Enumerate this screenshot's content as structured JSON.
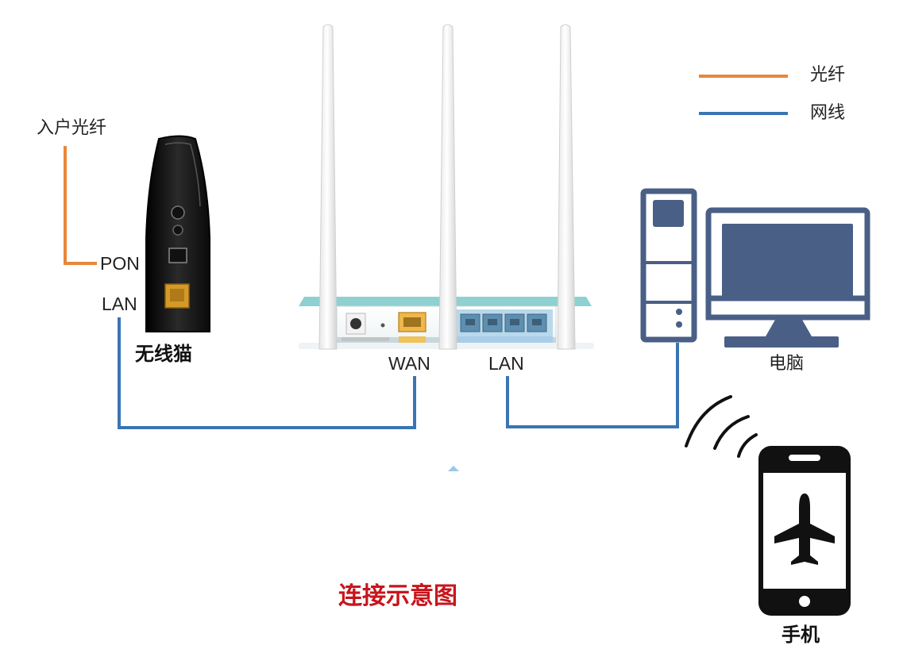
{
  "legend": {
    "fiber": {
      "label": "光纤",
      "color": "#e8873a"
    },
    "cable": {
      "label": "网线",
      "color": "#3a74b4"
    }
  },
  "modem": {
    "fiber_in_label": "入户光纤",
    "pon_label": "PON",
    "lan_label": "LAN",
    "name": "无线猫"
  },
  "router": {
    "wan_label": "WAN",
    "lan_label": "LAN"
  },
  "computer": {
    "name": "电脑",
    "color": "#4a5f86"
  },
  "phone": {
    "name": "手机",
    "icon": "airplane-icon"
  },
  "title": {
    "text": "连接示意图",
    "color": "#c8151c"
  }
}
